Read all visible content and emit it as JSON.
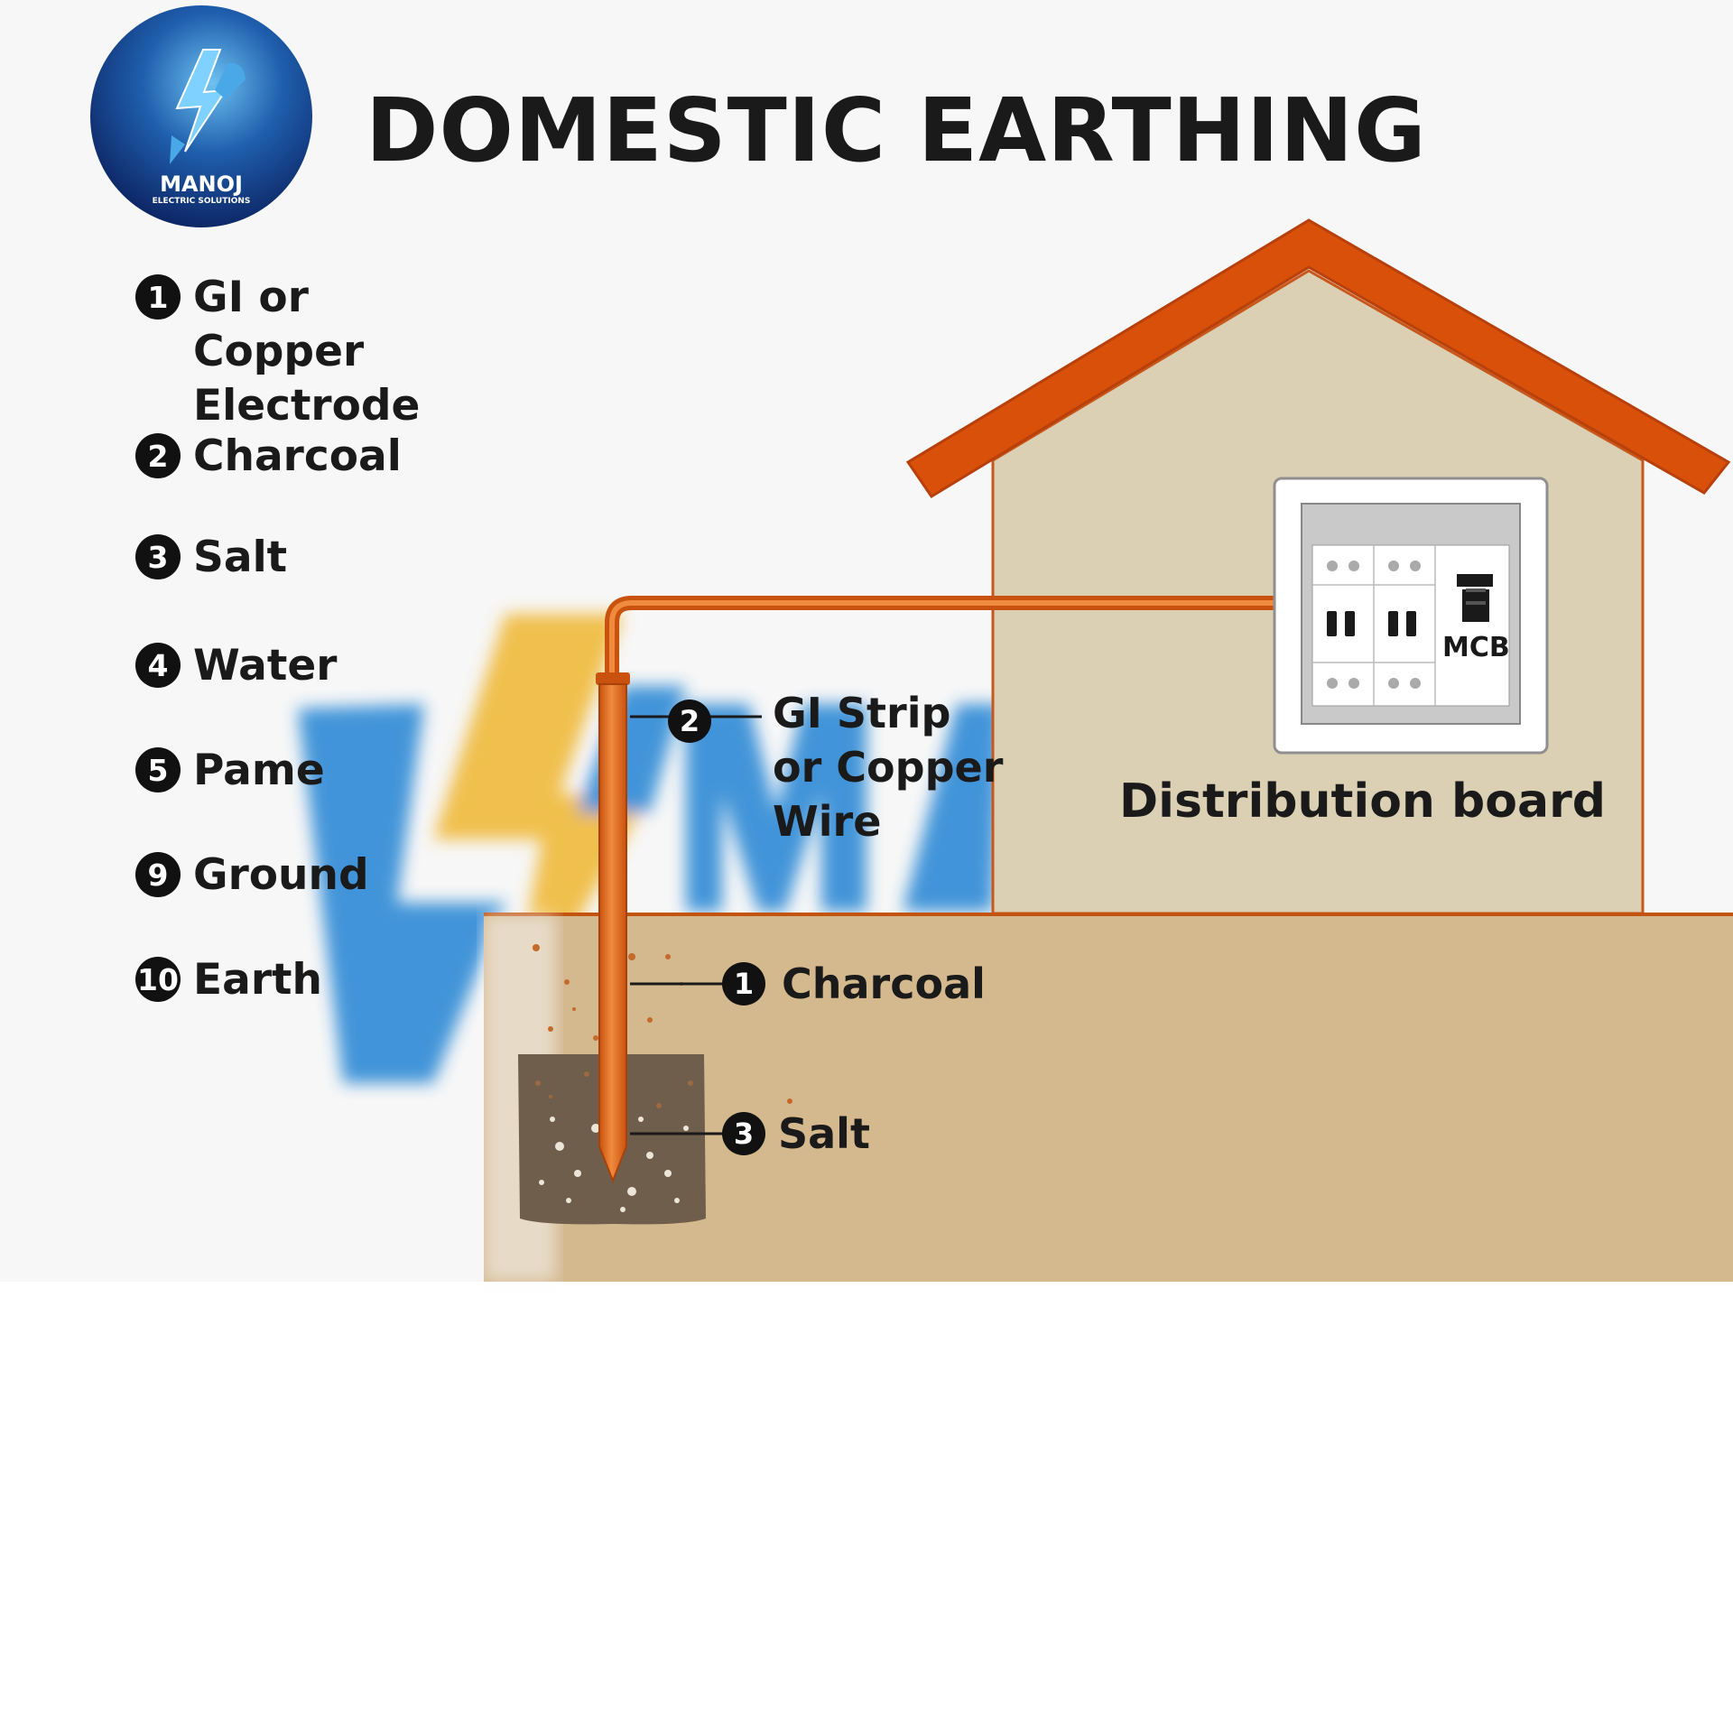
{
  "title": "DOMESTIC EARTHING",
  "brand": {
    "name": "MANOJ",
    "tagline": "ELECTRIC SOLUTIONS"
  },
  "legend": [
    {
      "number": "1",
      "label": "GI or Copper\nElectrode"
    },
    {
      "number": "2",
      "label": "Charcoal"
    },
    {
      "number": "3",
      "label": "Salt"
    },
    {
      "number": "4",
      "label": "Water"
    },
    {
      "number": "5",
      "label": "Pame"
    },
    {
      "number": "9",
      "label": "Ground"
    },
    {
      "number": "10",
      "label": "Earth"
    }
  ],
  "callouts": {
    "strip": {
      "number": "2",
      "label": "GI Strip\nor Copper\nWire"
    },
    "charcoal": {
      "number": "1",
      "label": "Charcoal"
    },
    "salt": {
      "number": "3",
      "label": "Salt"
    }
  },
  "distribution_board": {
    "label": "Distribution board",
    "mcb_label": "MCB"
  },
  "colors": {
    "roof": "#d9500a",
    "wall": "#dbd0b4",
    "ground": "#d4b88e",
    "pit": "#6e5e4b",
    "electrode": "#e06a1f",
    "logo_bg": "#0f2a6e",
    "watermark_blue": "#2f8ad6",
    "watermark_yellow": "#f0b93a"
  }
}
